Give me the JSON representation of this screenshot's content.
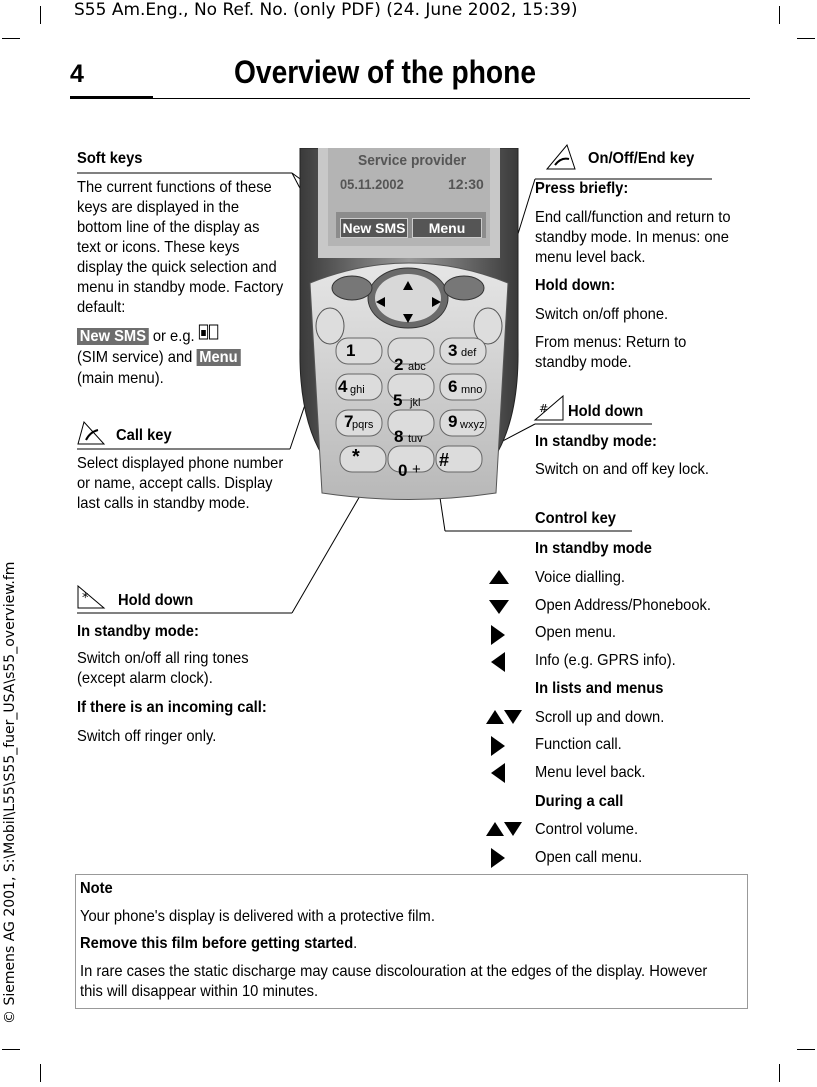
{
  "header": "S55 Am.Eng., No Ref. No. (only PDF) (24. June 2002, 15:39)",
  "side_text": "© Siemens AG 2001, S:\\Mobil\\L55\\S55_fuer_USA\\s55_overview.fm",
  "page_number": "4",
  "title": "Overview of the phone",
  "phone": {
    "display_line1": "Service provider",
    "display_date": "05.11.2002",
    "display_time": "12:30",
    "softkey_left": "New SMS",
    "softkey_right": "Menu",
    "keys": [
      "1",
      "2",
      "abc",
      "3",
      "def",
      "4",
      "ghi",
      "5",
      "jkl",
      "6",
      "mno",
      "7",
      "pqrs",
      "8",
      "tuv",
      "9",
      "wxyz",
      "*",
      "0",
      "+",
      "#"
    ]
  },
  "soft_keys": {
    "heading": "Soft keys",
    "body": "The current functions of these keys are displayed in the bottom line of the display as text or icons. These keys display the quick selection and menu in standby mode. Factory default:",
    "pill_new_sms": "New SMS",
    "or_eg": "or e.g.",
    "sim_service": "(SIM service) and",
    "pill_menu": "Menu",
    "main_menu": "(main menu)."
  },
  "call_key": {
    "heading": "Call key",
    "body": "Select displayed phone number or name, accept calls. Display last calls in standby mode."
  },
  "star_key": {
    "heading": "Hold down",
    "sub1": "In standby mode:",
    "text1": "Switch on/off all ring tones (except alarm clock).",
    "sub2": "If there is an incoming call:",
    "text2": "Switch off ringer only."
  },
  "end_key": {
    "heading": "On/Off/End key",
    "sub1": "Press briefly:",
    "text1": "End call/function and return to standby mode. In menus: one menu level back.",
    "sub2": "Hold down:",
    "text2": "Switch on/off phone.",
    "text3": "From menus: Return to standby mode."
  },
  "hash_key": {
    "heading": "Hold down",
    "sub1": "In standby mode:",
    "text1": "Switch on and off key lock."
  },
  "control_key": {
    "heading": "Control key",
    "standby_heading": "In standby mode",
    "standby_items": [
      "Voice dialling.",
      "Open Address/Phonebook.",
      "Open menu.",
      "Info (e.g. GPRS info)."
    ],
    "lists_heading": "In lists and menus",
    "lists_items": [
      "Scroll up and down.",
      "Function call.",
      "Menu level back."
    ],
    "call_heading": "During a call",
    "call_items": [
      "Control volume.",
      "Open call menu."
    ]
  },
  "note": {
    "heading": "Note",
    "line1": "Your phone's display is delivered with a protective film.",
    "line2_bold": "Remove this film before getting started",
    "line2_end": ".",
    "line3": "In rare cases the static discharge may cause discolouration at the edges of the display. However this will disappear within 10 minutes."
  }
}
